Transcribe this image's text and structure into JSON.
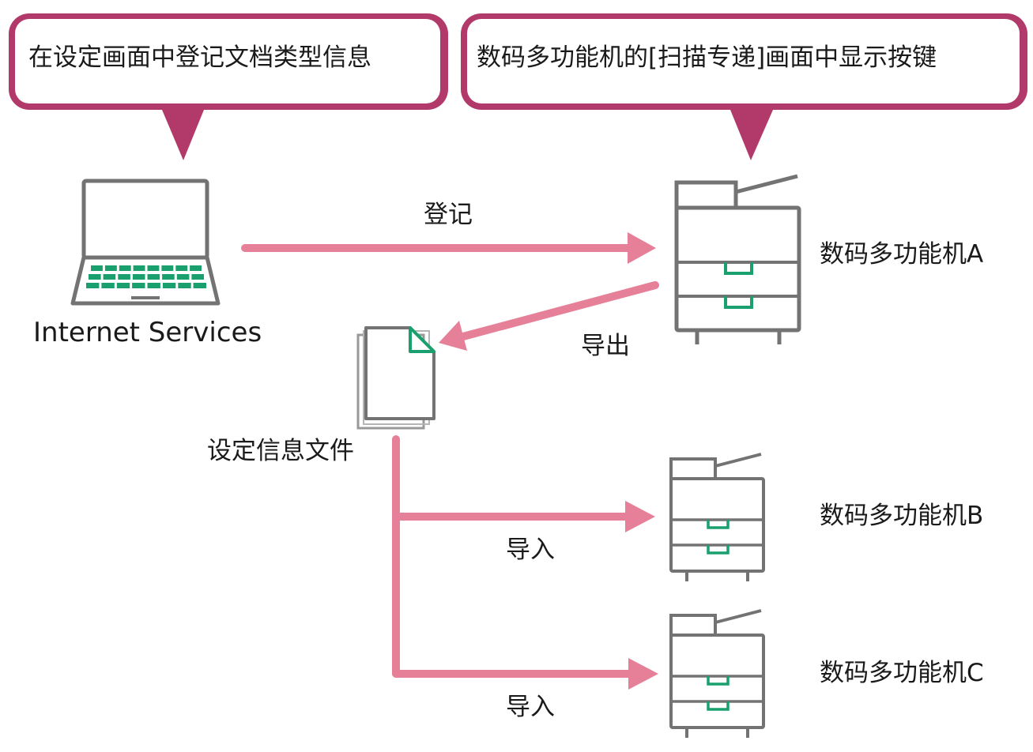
{
  "callouts": {
    "left": "在设定画面中登记文档类型信息",
    "right": "数码多功能机的[扫描专递]画面中显示按键"
  },
  "source": {
    "label": "Internet Services",
    "icon": "laptop-icon"
  },
  "arrows": {
    "register": "登记",
    "export": "导出",
    "import_b": "导入",
    "import_c": "导入"
  },
  "file": {
    "label": "设定信息文件",
    "icon": "document-stack-icon"
  },
  "devices": [
    {
      "label": "数码多功能机A",
      "icon": "mfp-icon"
    },
    {
      "label": "数码多功能机B",
      "icon": "mfp-icon"
    },
    {
      "label": "数码多功能机C",
      "icon": "mfp-icon"
    }
  ],
  "colors": {
    "callout_border": "#b23a6a",
    "arrow": "#e58098",
    "device_outline": "#737373",
    "accent": "#19a06e"
  }
}
